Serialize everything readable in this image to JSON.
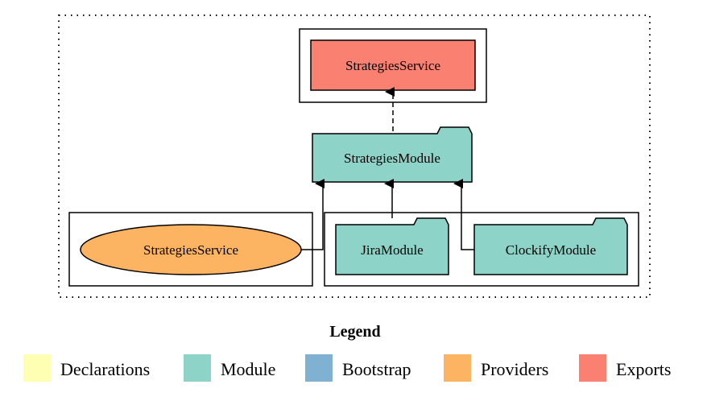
{
  "diagram": {
    "exports_node": {
      "label": "StrategiesService",
      "color": "#fa8072"
    },
    "module_node": {
      "label": "StrategiesModule",
      "color": "#8dd3c7"
    },
    "provider_node": {
      "label": "StrategiesService",
      "color": "#fdb462"
    },
    "import_nodes": [
      {
        "label": "JiraModule",
        "color": "#8dd3c7"
      },
      {
        "label": "ClockifyModule",
        "color": "#8dd3c7"
      }
    ]
  },
  "legend": {
    "title": "Legend",
    "items": [
      {
        "label": "Declarations",
        "color": "#ffffb3"
      },
      {
        "label": "Module",
        "color": "#8dd3c7"
      },
      {
        "label": "Bootstrap",
        "color": "#80b1d3"
      },
      {
        "label": "Providers",
        "color": "#fdb462"
      },
      {
        "label": "Exports",
        "color": "#fa8072"
      }
    ]
  }
}
